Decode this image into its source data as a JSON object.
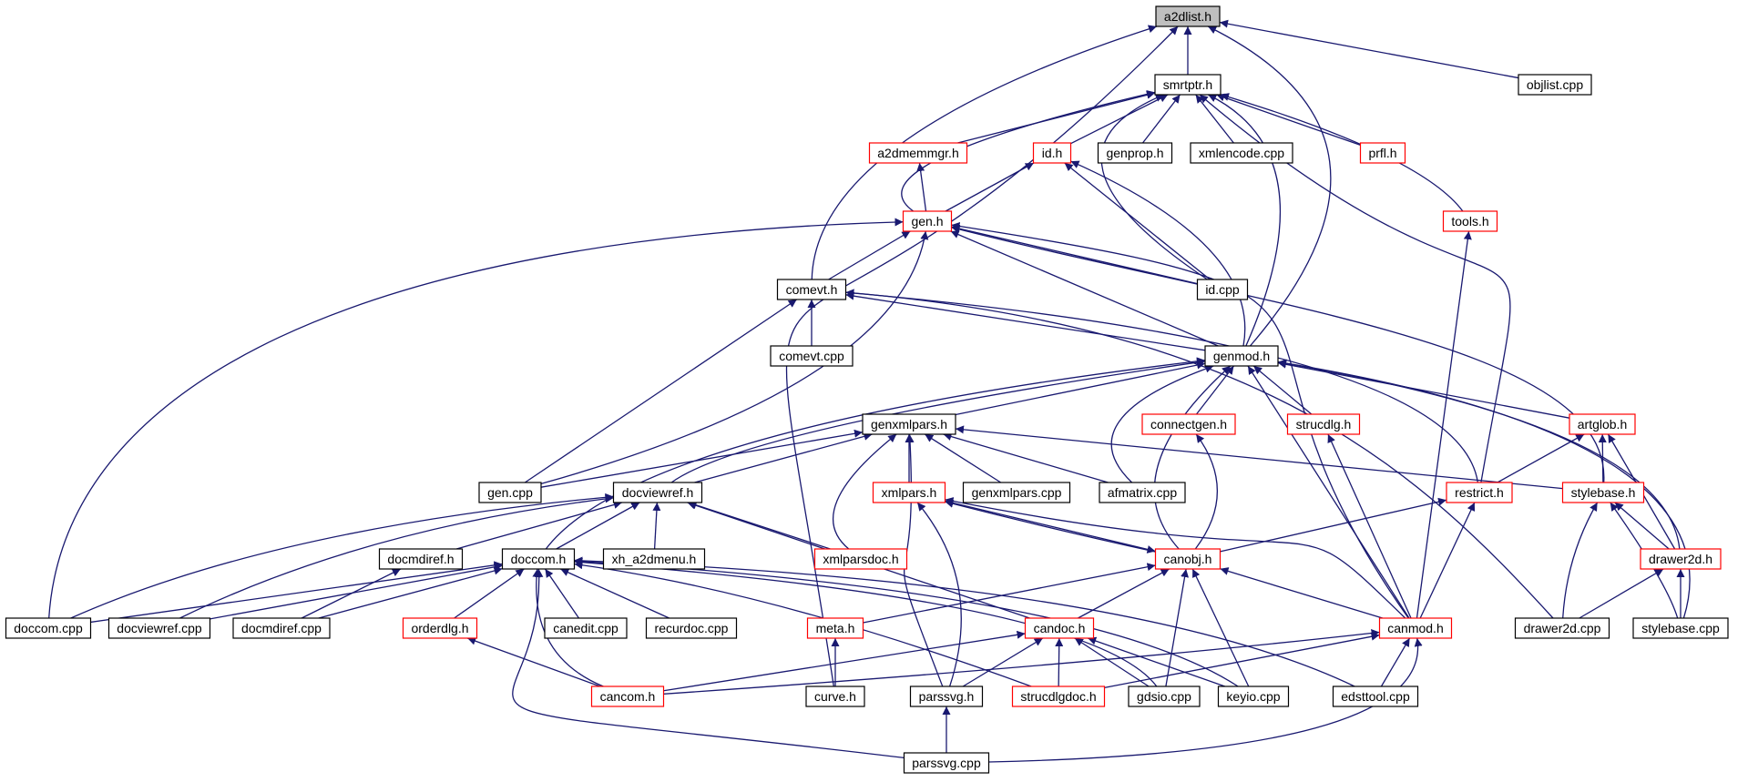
{
  "diagram": {
    "edge_color": "#191970",
    "node_fill": "#ffffff",
    "node_border": "#000000",
    "highlight_border": "#ff0000",
    "root_fill": "#bfbfbf",
    "nodes": [
      {
        "id": "a2dlist_h",
        "label": "a2dlist.h",
        "style": "root"
      },
      {
        "id": "smrtptr_h",
        "label": "smrtptr.h",
        "style": "normal"
      },
      {
        "id": "objlist_cpp",
        "label": "objlist.cpp",
        "style": "normal"
      },
      {
        "id": "a2dmemmgr_h",
        "label": "a2dmemmgr.h",
        "style": "highlight"
      },
      {
        "id": "id_h",
        "label": "id.h",
        "style": "highlight"
      },
      {
        "id": "genprop_h",
        "label": "genprop.h",
        "style": "normal"
      },
      {
        "id": "xmlencode_cpp",
        "label": "xmlencode.cpp",
        "style": "normal"
      },
      {
        "id": "prfl_h",
        "label": "prfl.h",
        "style": "highlight"
      },
      {
        "id": "tools_h",
        "label": "tools.h",
        "style": "highlight"
      },
      {
        "id": "gen_h",
        "label": "gen.h",
        "style": "highlight"
      },
      {
        "id": "comevt_h",
        "label": "comevt.h",
        "style": "normal"
      },
      {
        "id": "id_cpp",
        "label": "id.cpp",
        "style": "normal"
      },
      {
        "id": "comevt_cpp",
        "label": "comevt.cpp",
        "style": "normal"
      },
      {
        "id": "genmod_h",
        "label": "genmod.h",
        "style": "normal"
      },
      {
        "id": "genxmlpars_h",
        "label": "genxmlpars.h",
        "style": "normal"
      },
      {
        "id": "connectgen_h",
        "label": "connectgen.h",
        "style": "highlight"
      },
      {
        "id": "strucdlg_h",
        "label": "strucdlg.h",
        "style": "highlight"
      },
      {
        "id": "artglob_h",
        "label": "artglob.h",
        "style": "highlight"
      },
      {
        "id": "gen_cpp",
        "label": "gen.cpp",
        "style": "normal"
      },
      {
        "id": "docviewref_h",
        "label": "docviewref.h",
        "style": "normal"
      },
      {
        "id": "xmlpars_h",
        "label": "xmlpars.h",
        "style": "highlight"
      },
      {
        "id": "genxmlpars_cpp",
        "label": "genxmlpars.cpp",
        "style": "normal"
      },
      {
        "id": "afmatrix_cpp",
        "label": "afmatrix.cpp",
        "style": "normal"
      },
      {
        "id": "restrict_h",
        "label": "restrict.h",
        "style": "highlight"
      },
      {
        "id": "stylebase_h",
        "label": "stylebase.h",
        "style": "highlight"
      },
      {
        "id": "docmdiref_h",
        "label": "docmdiref.h",
        "style": "normal"
      },
      {
        "id": "doccom_h",
        "label": "doccom.h",
        "style": "normal"
      },
      {
        "id": "xh_a2dmenu_h",
        "label": "xh_a2dmenu.h",
        "style": "normal"
      },
      {
        "id": "xmlparsdoc_h",
        "label": "xmlparsdoc.h",
        "style": "highlight"
      },
      {
        "id": "canobj_h",
        "label": "canobj.h",
        "style": "highlight"
      },
      {
        "id": "drawer2d_h",
        "label": "drawer2d.h",
        "style": "highlight"
      },
      {
        "id": "doccom_cpp",
        "label": "doccom.cpp",
        "style": "normal"
      },
      {
        "id": "docviewref_cpp",
        "label": "docviewref.cpp",
        "style": "normal"
      },
      {
        "id": "docmdiref_cpp",
        "label": "docmdiref.cpp",
        "style": "normal"
      },
      {
        "id": "orderdlg_h",
        "label": "orderdlg.h",
        "style": "highlight"
      },
      {
        "id": "canedit_cpp",
        "label": "canedit.cpp",
        "style": "normal"
      },
      {
        "id": "recurdoc_cpp",
        "label": "recurdoc.cpp",
        "style": "normal"
      },
      {
        "id": "meta_h",
        "label": "meta.h",
        "style": "highlight"
      },
      {
        "id": "candoc_h",
        "label": "candoc.h",
        "style": "highlight"
      },
      {
        "id": "canmod_h",
        "label": "canmod.h",
        "style": "highlight"
      },
      {
        "id": "drawer2d_cpp",
        "label": "drawer2d.cpp",
        "style": "normal"
      },
      {
        "id": "stylebase_cpp",
        "label": "stylebase.cpp",
        "style": "normal"
      },
      {
        "id": "cancom_h",
        "label": "cancom.h",
        "style": "highlight"
      },
      {
        "id": "curve_h",
        "label": "curve.h",
        "style": "normal"
      },
      {
        "id": "parssvg_h",
        "label": "parssvg.h",
        "style": "normal"
      },
      {
        "id": "strucdlgdoc_h",
        "label": "strucdlgdoc.h",
        "style": "highlight"
      },
      {
        "id": "gdsio_cpp",
        "label": "gdsio.cpp",
        "style": "normal"
      },
      {
        "id": "keyio_cpp",
        "label": "keyio.cpp",
        "style": "normal"
      },
      {
        "id": "edsttool_cpp",
        "label": "edsttool.cpp",
        "style": "normal"
      },
      {
        "id": "parssvg_cpp",
        "label": "parssvg.cpp",
        "style": "normal"
      }
    ],
    "edges": [
      [
        "smrtptr_h",
        "a2dlist_h"
      ],
      [
        "objlist_cpp",
        "a2dlist_h"
      ],
      [
        "comevt_h",
        "a2dlist_h"
      ],
      [
        "genmod_h",
        "a2dlist_h"
      ],
      [
        "curve_h",
        "a2dlist_h"
      ],
      [
        "a2dmemmgr_h",
        "smrtptr_h"
      ],
      [
        "id_h",
        "smrtptr_h"
      ],
      [
        "genprop_h",
        "smrtptr_h"
      ],
      [
        "xmlencode_cpp",
        "smrtptr_h"
      ],
      [
        "prfl_h",
        "smrtptr_h"
      ],
      [
        "tools_h",
        "smrtptr_h"
      ],
      [
        "gen_h",
        "smrtptr_h"
      ],
      [
        "id_cpp",
        "smrtptr_h"
      ],
      [
        "genmod_h",
        "smrtptr_h"
      ],
      [
        "restrict_h",
        "smrtptr_h"
      ],
      [
        "gen_h",
        "a2dmemmgr_h"
      ],
      [
        "gen_h",
        "id_h"
      ],
      [
        "id_cpp",
        "id_h"
      ],
      [
        "genmod_h",
        "id_h"
      ],
      [
        "comevt_h",
        "gen_h"
      ],
      [
        "id_cpp",
        "gen_h"
      ],
      [
        "genmod_h",
        "gen_h"
      ],
      [
        "gen_cpp",
        "gen_h"
      ],
      [
        "doccom_cpp",
        "gen_h"
      ],
      [
        "canmod_h",
        "gen_h"
      ],
      [
        "comevt_cpp",
        "comevt_h"
      ],
      [
        "genmod_h",
        "comevt_h"
      ],
      [
        "gen_cpp",
        "comevt_h"
      ],
      [
        "restrict_h",
        "comevt_h"
      ],
      [
        "drawer2d_cpp",
        "comevt_h"
      ],
      [
        "genxmlpars_h",
        "genmod_h"
      ],
      [
        "connectgen_h",
        "genmod_h"
      ],
      [
        "strucdlg_h",
        "genmod_h"
      ],
      [
        "artglob_h",
        "genmod_h"
      ],
      [
        "docviewref_h",
        "genmod_h"
      ],
      [
        "afmatrix_cpp",
        "genmod_h"
      ],
      [
        "doccom_h",
        "genmod_h"
      ],
      [
        "canobj_h",
        "genmod_h"
      ],
      [
        "canmod_h",
        "genmod_h"
      ],
      [
        "drawer2d_h",
        "genmod_h"
      ],
      [
        "stylebase_cpp",
        "genmod_h"
      ],
      [
        "gen_cpp",
        "genxmlpars_h"
      ],
      [
        "docviewref_h",
        "genxmlpars_h"
      ],
      [
        "xmlpars_h",
        "genxmlpars_h"
      ],
      [
        "genxmlpars_cpp",
        "genxmlpars_h"
      ],
      [
        "afmatrix_cpp",
        "genxmlpars_h"
      ],
      [
        "xmlparsdoc_h",
        "genxmlpars_h"
      ],
      [
        "parssvg_h",
        "genxmlpars_h"
      ],
      [
        "stylebase_h",
        "genxmlpars_h"
      ],
      [
        "canobj_h",
        "connectgen_h"
      ],
      [
        "canmod_h",
        "strucdlg_h"
      ],
      [
        "restrict_h",
        "artglob_h"
      ],
      [
        "stylebase_h",
        "artglob_h"
      ],
      [
        "drawer2d_h",
        "artglob_h"
      ],
      [
        "docmdiref_h",
        "docviewref_h"
      ],
      [
        "doccom_h",
        "docviewref_h"
      ],
      [
        "xh_a2dmenu_h",
        "docviewref_h"
      ],
      [
        "xmlparsdoc_h",
        "docviewref_h"
      ],
      [
        "doccom_cpp",
        "docviewref_h"
      ],
      [
        "docviewref_cpp",
        "docviewref_h"
      ],
      [
        "candoc_h",
        "docviewref_h"
      ],
      [
        "canobj_h",
        "xmlpars_h"
      ],
      [
        "parssvg_h",
        "xmlpars_h"
      ],
      [
        "canmod_h",
        "xmlpars_h"
      ],
      [
        "canobj_h",
        "restrict_h"
      ],
      [
        "canmod_h",
        "restrict_h"
      ],
      [
        "drawer2d_h",
        "stylebase_h"
      ],
      [
        "drawer2d_cpp",
        "stylebase_h"
      ],
      [
        "stylebase_cpp",
        "stylebase_h"
      ],
      [
        "stylebase_h",
        "gen_h"
      ],
      [
        "docmdiref_cpp",
        "docmdiref_h"
      ],
      [
        "doccom_cpp",
        "doccom_h"
      ],
      [
        "docviewref_cpp",
        "doccom_h"
      ],
      [
        "docmdiref_cpp",
        "doccom_h"
      ],
      [
        "orderdlg_h",
        "doccom_h"
      ],
      [
        "canedit_cpp",
        "doccom_h"
      ],
      [
        "recurdoc_cpp",
        "doccom_h"
      ],
      [
        "cancom_h",
        "doccom_h"
      ],
      [
        "strucdlgdoc_h",
        "doccom_h"
      ],
      [
        "gdsio_cpp",
        "doccom_h"
      ],
      [
        "keyio_cpp",
        "doccom_h"
      ],
      [
        "edsttool_cpp",
        "doccom_h"
      ],
      [
        "parssvg_cpp",
        "doccom_h"
      ],
      [
        "xmlpars_h",
        "canobj_h"
      ],
      [
        "meta_h",
        "canobj_h"
      ],
      [
        "candoc_h",
        "canobj_h"
      ],
      [
        "canmod_h",
        "canobj_h"
      ],
      [
        "gdsio_cpp",
        "canobj_h"
      ],
      [
        "keyio_cpp",
        "canobj_h"
      ],
      [
        "drawer2d_cpp",
        "drawer2d_h"
      ],
      [
        "stylebase_cpp",
        "drawer2d_h"
      ],
      [
        "cancom_h",
        "orderdlg_h"
      ],
      [
        "curve_h",
        "meta_h"
      ],
      [
        "cancom_h",
        "candoc_h"
      ],
      [
        "parssvg_h",
        "candoc_h"
      ],
      [
        "strucdlgdoc_h",
        "candoc_h"
      ],
      [
        "gdsio_cpp",
        "candoc_h"
      ],
      [
        "keyio_cpp",
        "candoc_h"
      ],
      [
        "cancom_h",
        "canmod_h"
      ],
      [
        "strucdlgdoc_h",
        "canmod_h"
      ],
      [
        "edsttool_cpp",
        "canmod_h"
      ],
      [
        "parssvg_cpp",
        "canmod_h"
      ],
      [
        "canmod_h",
        "tools_h"
      ],
      [
        "parssvg_cpp",
        "parssvg_h"
      ]
    ]
  }
}
